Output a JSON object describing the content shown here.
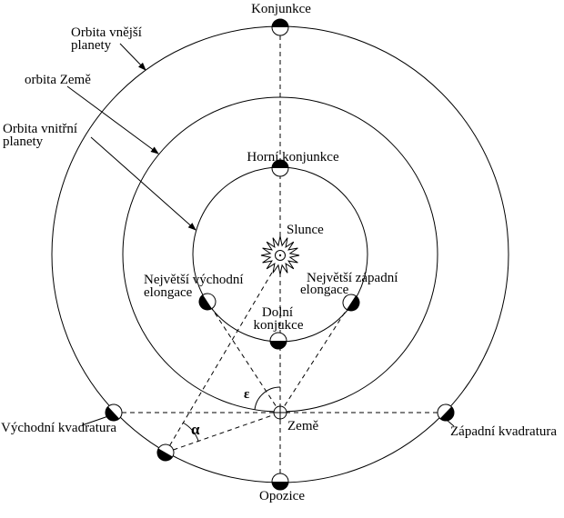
{
  "page": {
    "background": "#ffffff",
    "ink": "#000000",
    "description": "Schéma konfigurací planet (planetary configurations diagram)"
  },
  "orbits": {
    "outer_label_line1": "Orbita vnější",
    "outer_label_line2": "planety",
    "earth_label": "orbita Země",
    "inner_label_line1": "Orbita vnitřní",
    "inner_label_line2": "planety"
  },
  "labels": {
    "konjunkce": "Konjunkce",
    "horni_konjunkce": "Horní konjunkce",
    "slunce": "Slunce",
    "nejvetsi_vychodni_line1": "Největší východní",
    "nejvetsi_vychodni_line2": "elongace",
    "nejvetsi_zapadni_line1": "Největší západní",
    "nejvetsi_zapadni_line2": "elongace",
    "dolni_line1": "Dolní",
    "dolni_line2": "konjukce",
    "zeme": "Země",
    "vychodni_kvadratura": "Východní kvadratura",
    "zapadni_kvadratura": "Západní kvadratura",
    "opozice": "Opozice",
    "epsilon": "ε",
    "alpha": "α"
  }
}
